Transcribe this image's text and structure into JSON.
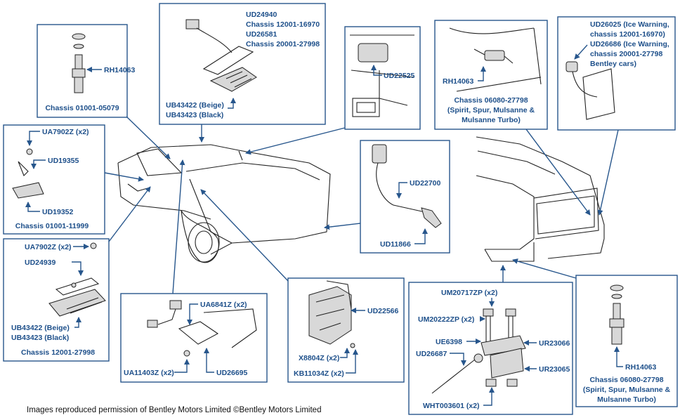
{
  "panels": {
    "chassis_01001_05079": {
      "part": "RH14063",
      "note": "Chassis 01001-05079"
    },
    "door_lamp_top": {
      "ud24940": "UD24940",
      "chassis_a": "Chassis 12001-16970",
      "ud26581": "UD26581",
      "chassis_b": "Chassis 20001-27998",
      "beige": "UB43422 (Beige)",
      "black": "UB43423 (Black)"
    },
    "bracket": {
      "part": "UD22525"
    },
    "chassis_06080_switch": {
      "part": "RH14063",
      "line1": "Chassis 06080-27798",
      "line2": "(Spirit, Spur, Mulsanne &",
      "line3": "Mulsanne Turbo)"
    },
    "ice_warning": {
      "line1": "UD26025 (Ice Warning,",
      "line2": "chassis 12001-16970)",
      "line3": "UD26686 (Ice Warning,",
      "line4": "chassis 20001-27798",
      "line5": "Bentley cars)"
    },
    "small_lamp": {
      "screw": "UA7902Z (x2)",
      "lamp": "UD19355",
      "lens": "UD19352",
      "note": "Chassis 01001-11999"
    },
    "cable": {
      "sensor": "UD22700",
      "plug": "UD11866"
    },
    "lamp_lower": {
      "screw": "UA7902Z (x2)",
      "lamp": "UD24939",
      "beige": "UB43422 (Beige)",
      "black": "UB43423 (Black)",
      "note": "Chassis 12001-27998"
    },
    "boot_lamp": {
      "nut": "UA6841Z (x2)",
      "screw": "UA11403Z (x2)",
      "switch": "UD26695"
    },
    "lock": {
      "part": "UD22566",
      "screw": "X8804Z (x2)",
      "nut": "KB11034Z (x2)"
    },
    "bolt_assembly": {
      "bolt1": "UM20717ZP (x2)",
      "bolt2": "UM20222ZP (x2)",
      "washer": "UE6398",
      "cable": "UD26687",
      "nut": "WHT003601 (x2)",
      "bracket1": "UR23066",
      "bracket2": "UR23065"
    },
    "chassis_06080_lower": {
      "part": "RH14063",
      "line1": "Chassis 06080-27798",
      "line2": "(Spirit, Spur, Mulsanne &",
      "line3": "Mulsanne Turbo)"
    }
  },
  "footer": "Images reproduced permission of Bentley Motors Limited ©Bentley Motors Limited"
}
